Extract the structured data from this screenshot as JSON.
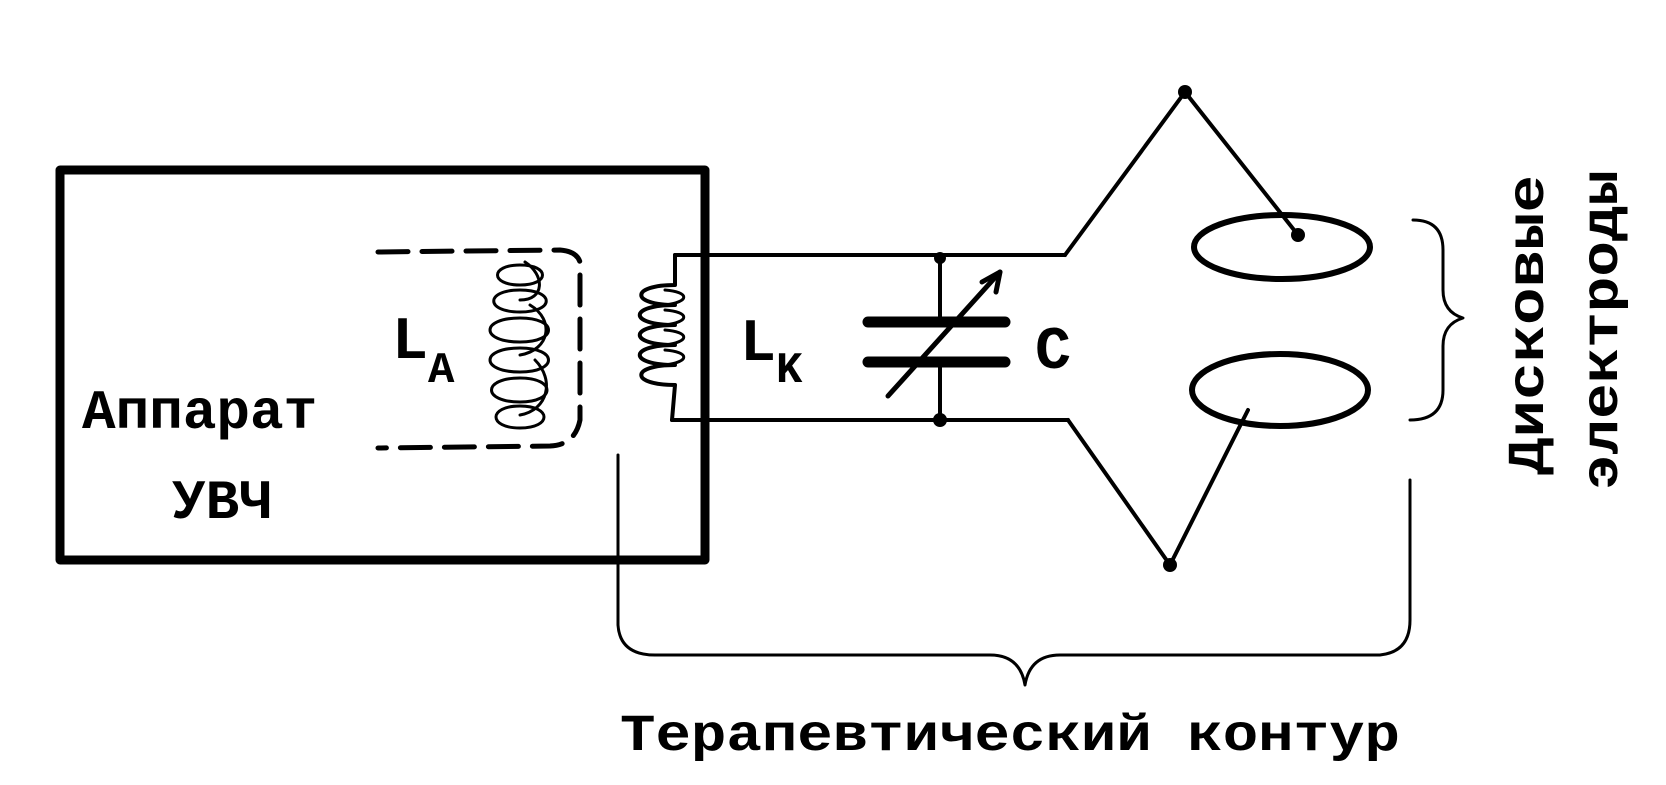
{
  "device": {
    "line1": "Аппарат",
    "line2": "УВЧ"
  },
  "inductor_a": {
    "symbol": "L",
    "subscript": "A"
  },
  "inductor_k": {
    "symbol": "L",
    "subscript": "K"
  },
  "capacitor": {
    "label": "C"
  },
  "electrodes": {
    "line1": "Дисковые",
    "line2": "электроды"
  },
  "circuit": {
    "label": "Терапевтический контур"
  },
  "colors": {
    "ink": "#000000",
    "paper": "#ffffff"
  }
}
